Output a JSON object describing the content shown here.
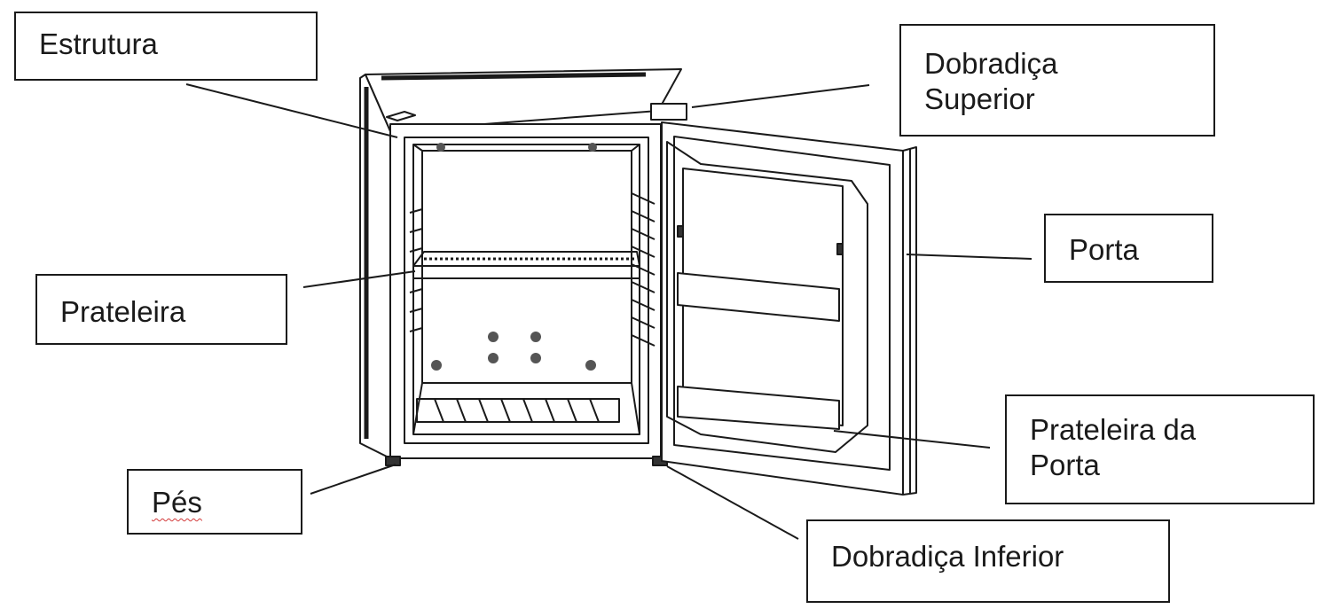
{
  "labels": {
    "estrutura": "Estrutura",
    "dobradica_superior_l1": "Dobradiça",
    "dobradica_superior_l2": "Superior",
    "porta": "Porta",
    "prateleira": "Prateleira",
    "prateleira_da_porta_l1": "Prateleira da",
    "prateleira_da_porta_l2": "Porta",
    "pes": "Pés",
    "dobradica_inferior": "Dobradiça Inferior"
  },
  "colors": {
    "ink": "#1a1a1a",
    "spell_underline": "#d23a3a"
  }
}
